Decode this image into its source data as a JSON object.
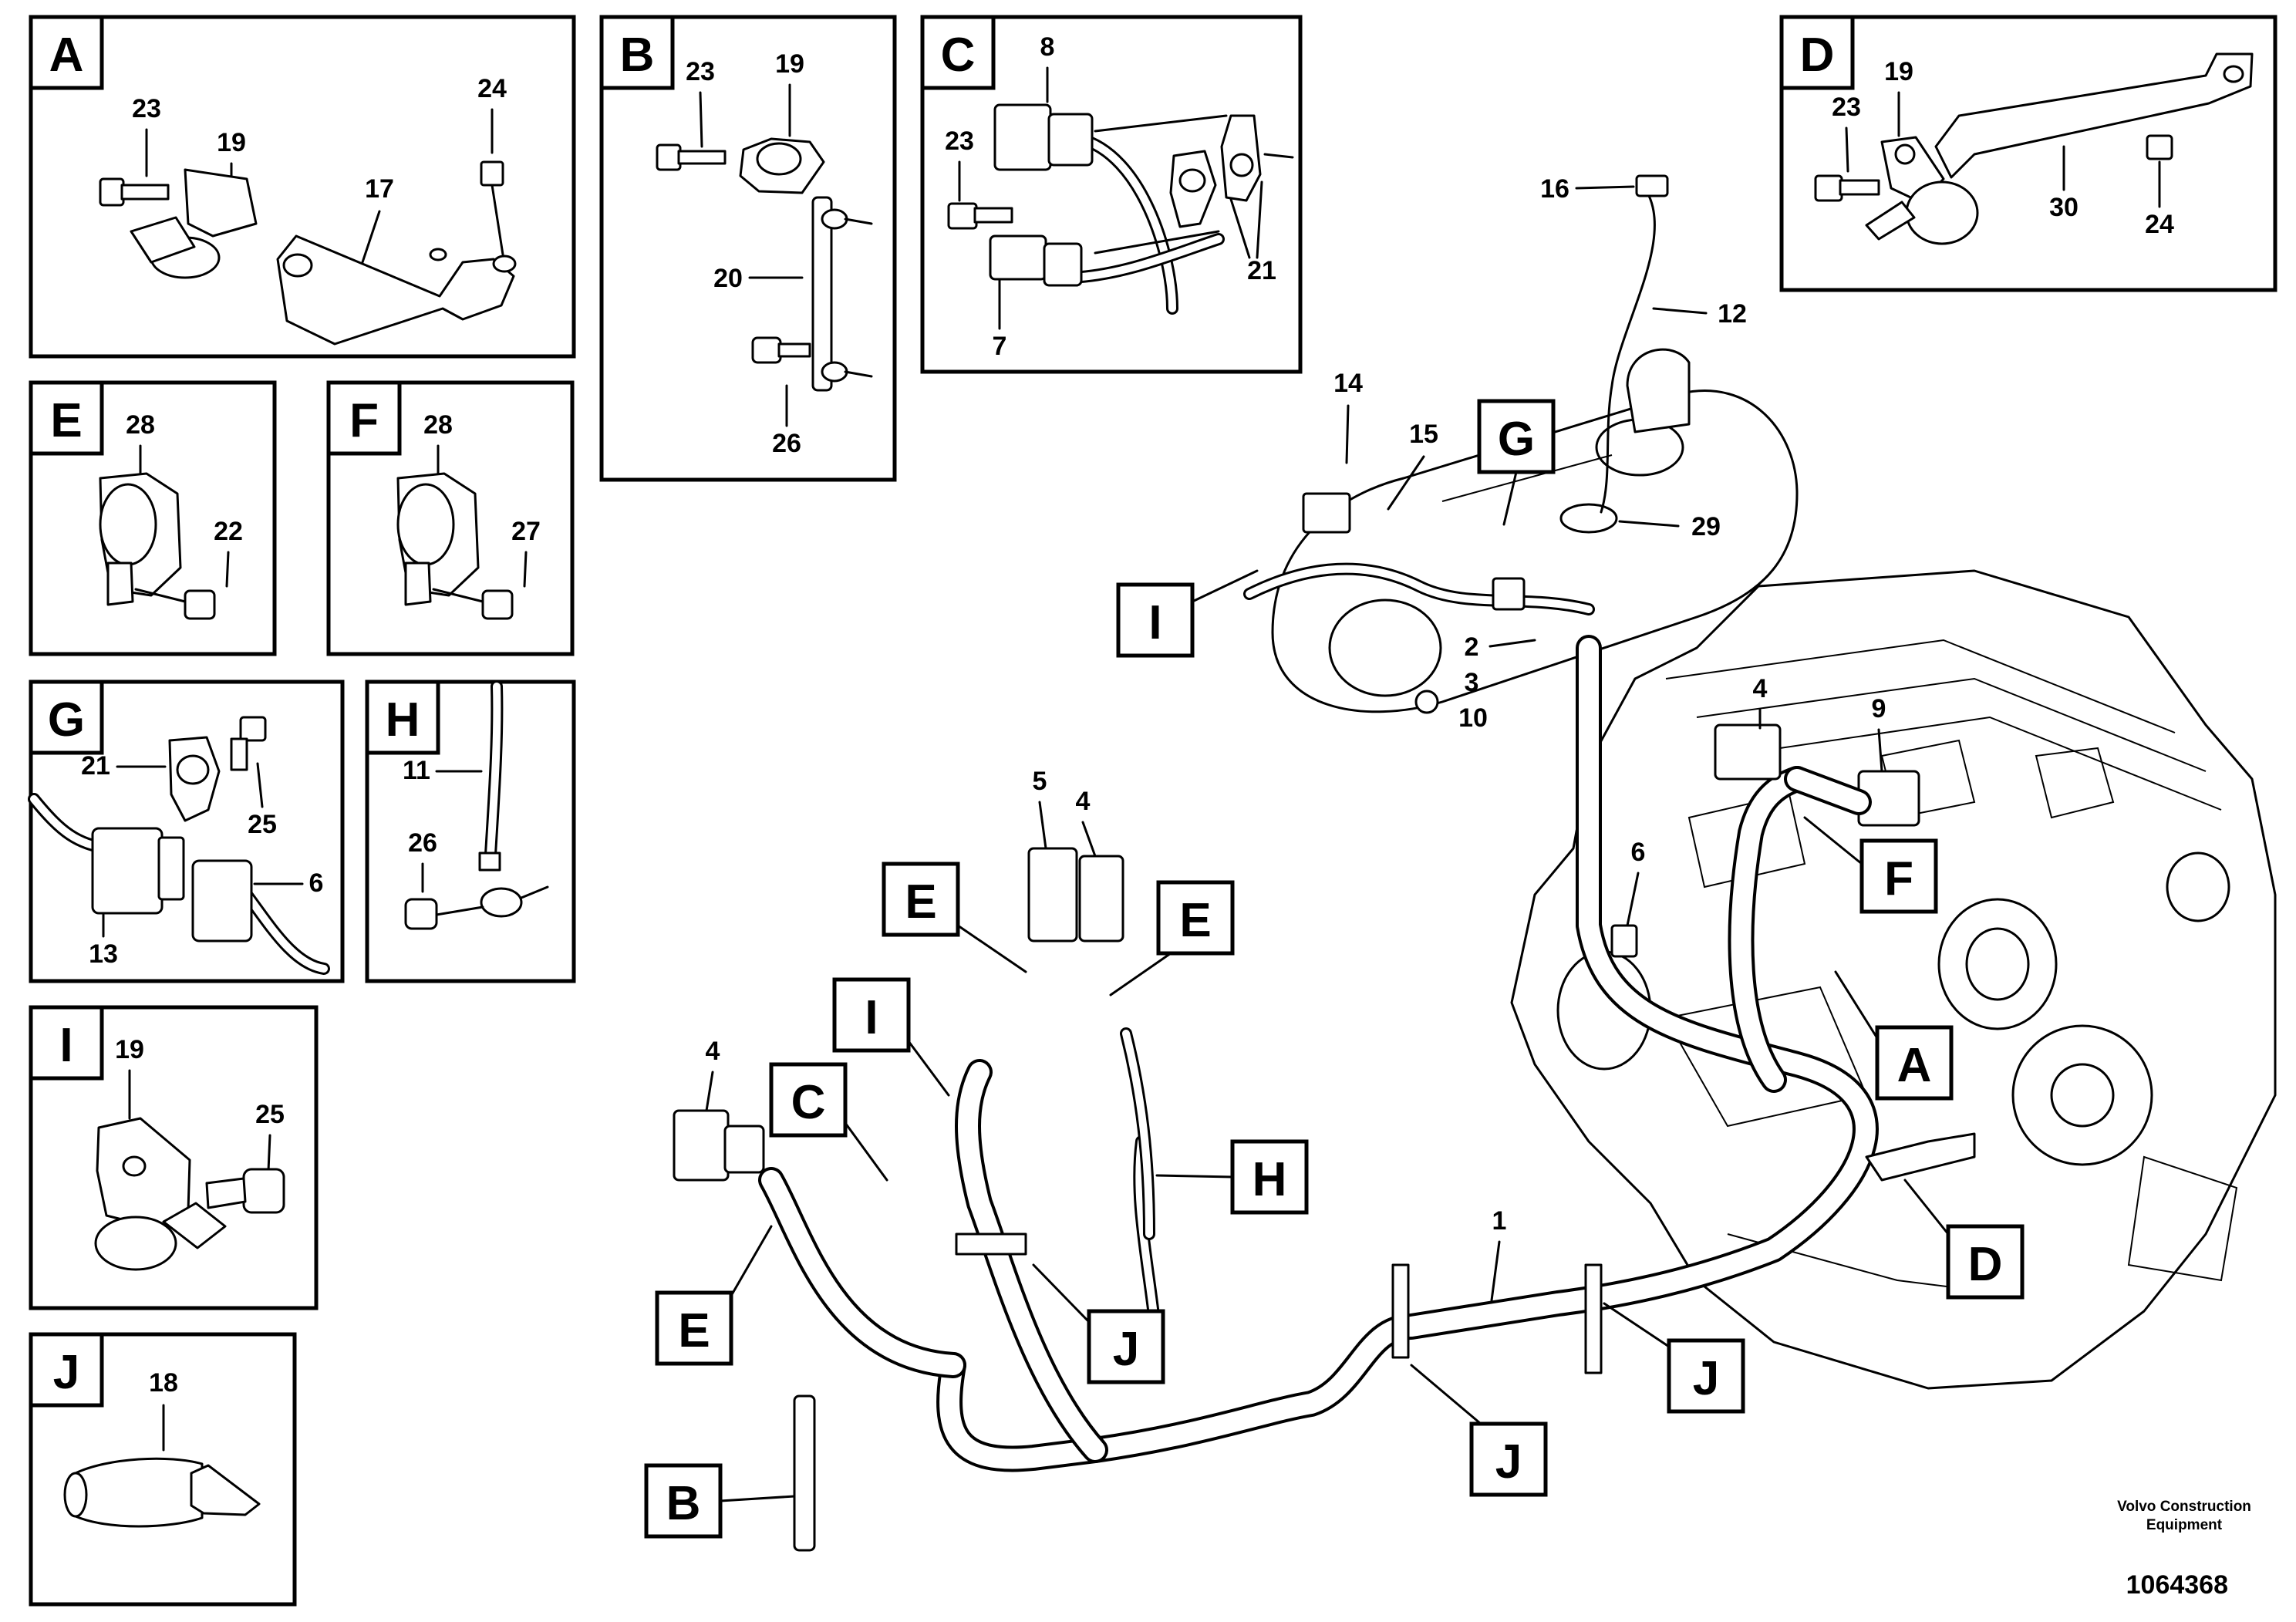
{
  "detail_panels": {
    "A": {
      "letter": "A",
      "labels": [
        "23",
        "19",
        "17",
        "24"
      ]
    },
    "B": {
      "letter": "B",
      "labels": [
        "23",
        "19",
        "20",
        "26"
      ]
    },
    "C": {
      "letter": "C",
      "labels": [
        "8",
        "23",
        "21",
        "7"
      ]
    },
    "D": {
      "letter": "D",
      "labels": [
        "19",
        "23",
        "30",
        "24"
      ]
    },
    "E": {
      "letter": "E",
      "labels": [
        "28",
        "22"
      ]
    },
    "F": {
      "letter": "F",
      "labels": [
        "28",
        "27"
      ]
    },
    "G": {
      "letter": "G",
      "labels": [
        "21",
        "25",
        "6",
        "13"
      ]
    },
    "H": {
      "letter": "H",
      "labels": [
        "11",
        "26"
      ]
    },
    "I": {
      "letter": "I",
      "labels": [
        "19",
        "25"
      ]
    },
    "J": {
      "letter": "J",
      "labels": [
        "18"
      ]
    }
  },
  "main_view": {
    "callouts": [
      "G",
      "I",
      "F",
      "A",
      "D",
      "E",
      "E",
      "I",
      "H",
      "C",
      "E",
      "J",
      "B",
      "J",
      "J"
    ],
    "part_numbers": [
      "16",
      "12",
      "14",
      "15",
      "29",
      "2",
      "3",
      "10",
      "4",
      "9",
      "5",
      "4",
      "6",
      "1",
      "4"
    ]
  },
  "footer": {
    "brand_line1": "Volvo Construction",
    "brand_line2": "Equipment",
    "drawing_number": "1064368"
  }
}
